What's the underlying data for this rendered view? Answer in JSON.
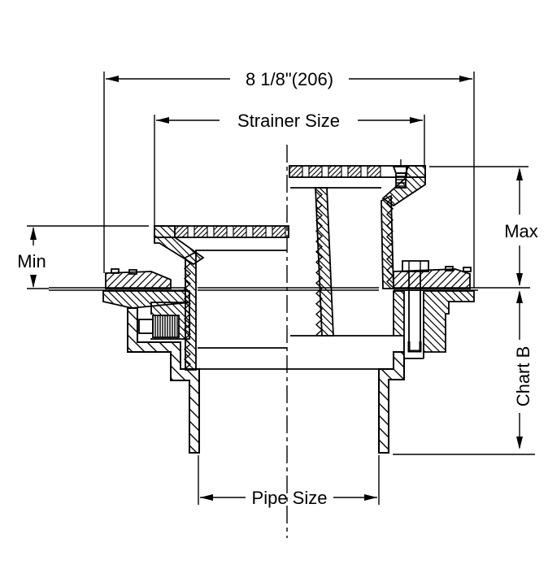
{
  "colors": {
    "line": "#000000",
    "background": "#ffffff"
  },
  "labels": {
    "overall_width": "8 1/8\"(206)",
    "strainer_size": "Strainer Size",
    "min": "Min",
    "max": "Max",
    "chart_b": "Chart B",
    "pipe_size": "Pipe Size"
  }
}
